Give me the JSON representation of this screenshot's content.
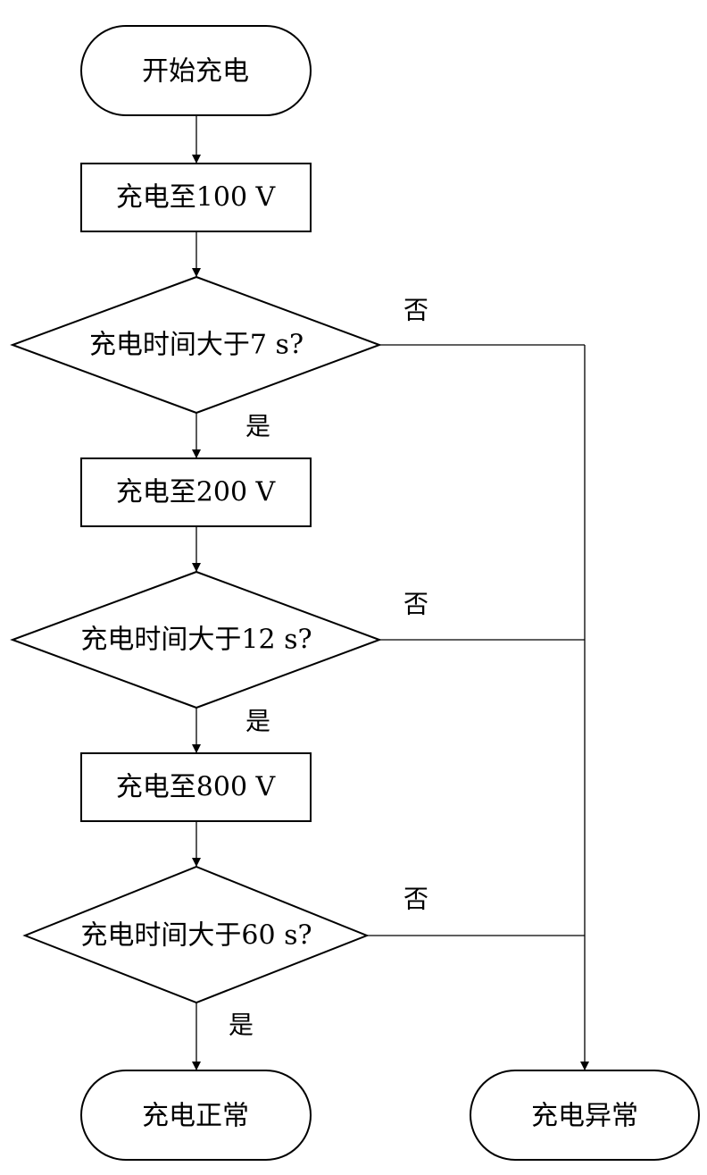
{
  "nodes": {
    "start": "开始充电",
    "charge_100": "充电至100 V",
    "check_7s": "充电时间大于7 s?",
    "charge_200": "充电至200 V",
    "check_12s": "充电时间大于12 s?",
    "charge_800": "充电至800 V",
    "check_60s": "充电时间大于60 s?",
    "end_normal": "充电正常",
    "end_abnormal": "充电异常"
  },
  "edges": {
    "yes_1": "是",
    "no_1": "否",
    "yes_2": "是",
    "no_2": "否",
    "yes_3": "是",
    "no_3": "否"
  }
}
